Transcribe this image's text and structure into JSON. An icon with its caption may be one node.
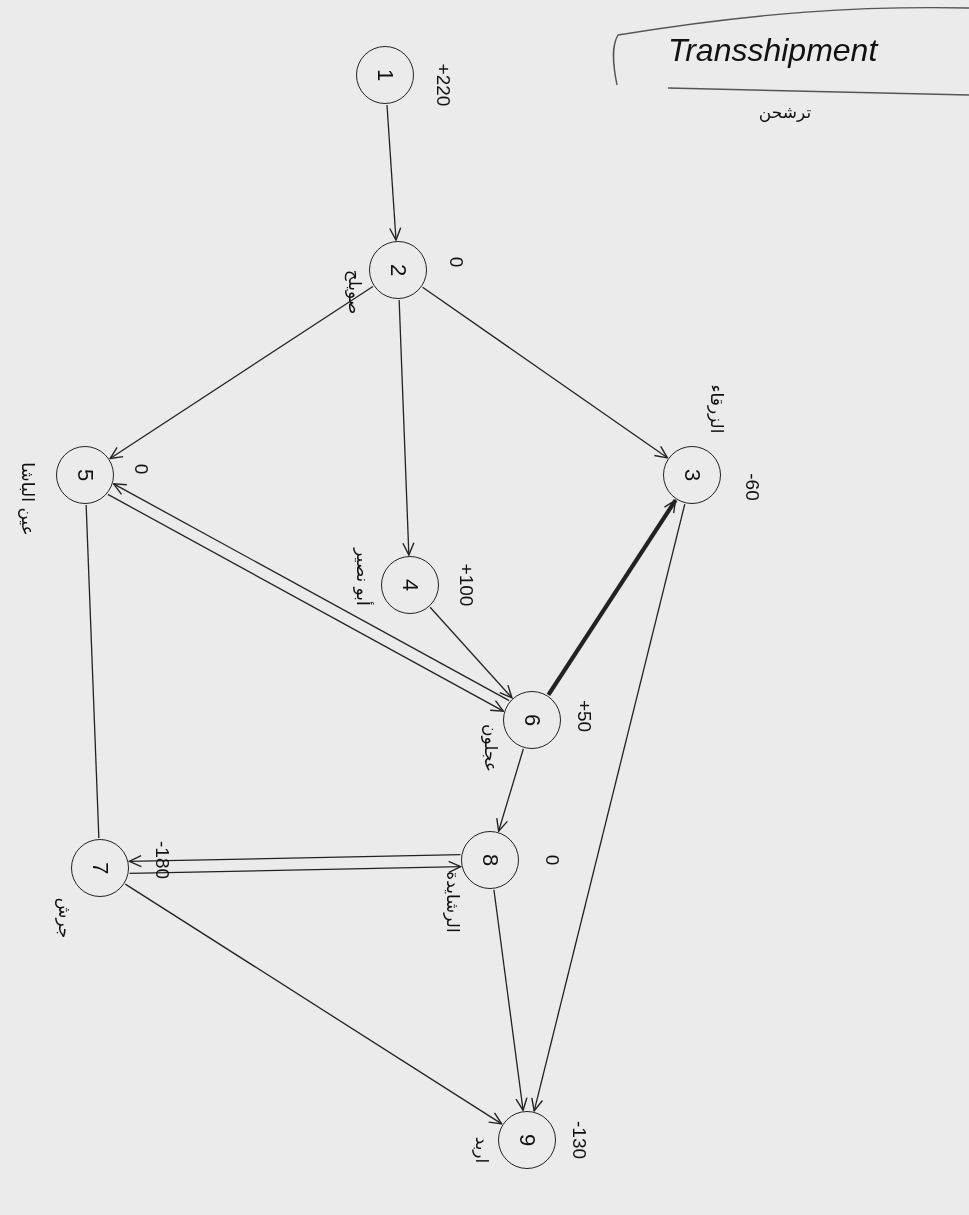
{
  "diagram": {
    "title": "Transshipment",
    "nodes": [
      {
        "text": [
          "1"
        ],
        "beside": [
          "+220"
        ]
      },
      {
        "text": [
          "2"
        ],
        "beside": [
          "0",
          "صويلح"
        ]
      },
      {
        "text": [
          "3"
        ],
        "beside": [
          "-60",
          "الزرقاء"
        ]
      },
      {
        "text": [
          "4"
        ],
        "beside": [
          "+100",
          "أبو نصير"
        ]
      },
      {
        "text": [
          "5"
        ],
        "beside": [
          "0",
          "عين الباشا"
        ]
      },
      {
        "text": [
          "6"
        ],
        "beside": [
          "+50",
          "عجلون"
        ]
      },
      {
        "text": [
          "7"
        ],
        "beside": [
          "-180",
          "جرش"
        ]
      },
      {
        "text": [
          "8"
        ],
        "beside": [
          "0",
          "الرشايدة"
        ]
      },
      {
        "text": [
          "9"
        ],
        "beside": [
          "-130",
          "اربد"
        ]
      }
    ],
    "edges": [
      {
        "from": 0,
        "to": 1,
        "arrow": "to"
      },
      {
        "from": 1,
        "to": 2,
        "arrow": "to"
      },
      {
        "from": 1,
        "to": 3,
        "arrow": "to"
      },
      {
        "from": 1,
        "to": 4,
        "arrow": "to"
      },
      {
        "from": 2,
        "to": 8,
        "arrow": "to"
      },
      {
        "from": 3,
        "to": 5,
        "arrow": "to"
      },
      {
        "from": 4,
        "to": 5,
        "arrow": "to"
      },
      {
        "from": 5,
        "to": 4,
        "arrow": "to"
      },
      {
        "from": 5,
        "to": 2,
        "arrow": "to",
        "style": "thick"
      },
      {
        "from": 5,
        "to": 7,
        "arrow": "to"
      },
      {
        "from": 6,
        "to": 7,
        "arrow": "to"
      },
      {
        "from": 7,
        "to": 6,
        "arrow": "to"
      },
      {
        "from": 4,
        "to": 6,
        "arrow": "none"
      },
      {
        "from": 6,
        "to": 8,
        "arrow": "to"
      },
      {
        "from": 7,
        "to": 8,
        "arrow": "to"
      }
    ],
    "labels": [
      "ترشحن"
    ]
  }
}
